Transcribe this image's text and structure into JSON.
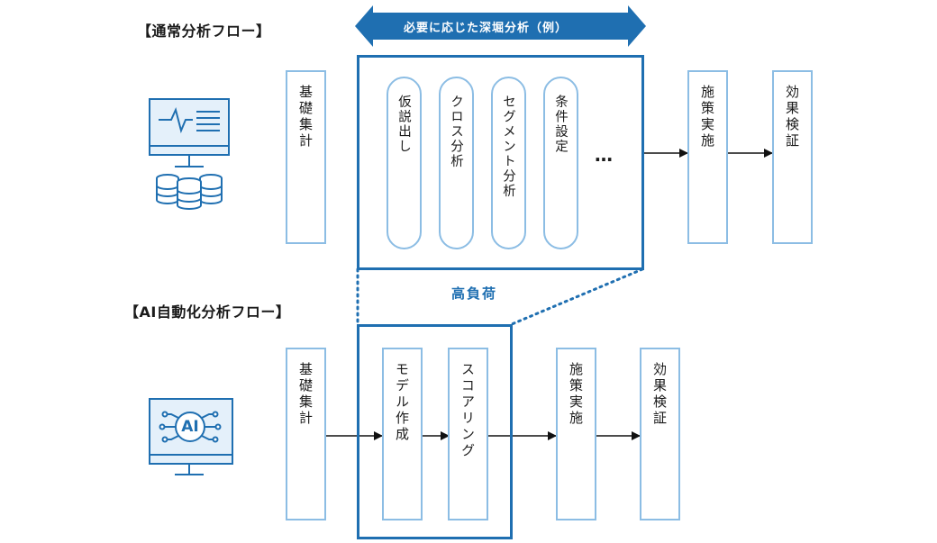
{
  "colors": {
    "accent": "#1f6fb1",
    "box_border": "#8cbde4"
  },
  "normal_flow": {
    "title": "【通常分析フロー】",
    "banner": "必要に応じた深堀分析（例）",
    "icon": "monitor-database-icon",
    "basic": "基礎集計",
    "subtasks": [
      "仮説出し",
      "クロス分析",
      "セグメント分析",
      "条件設定"
    ],
    "ellipsis": "…",
    "measures": "施策実施",
    "verify": "効果検証",
    "load_label": "高負荷"
  },
  "ai_flow": {
    "title": "【AI自動化分析フロー】",
    "icon": "ai-monitor-icon",
    "icon_text": "AI",
    "basic": "基礎集計",
    "model": "モデル作成",
    "scoring": "スコアリング",
    "measures": "施策実施",
    "verify": "効果検証"
  }
}
